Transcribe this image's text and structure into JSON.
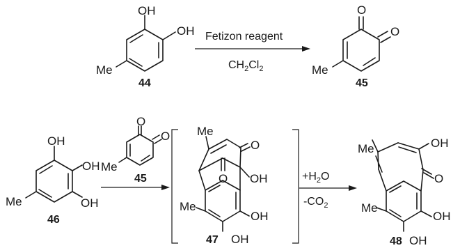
{
  "reaction1": {
    "reactant_number": "44",
    "product_number": "45",
    "reagent": "Fetizon reagent",
    "solvent_main": "CH",
    "solvent_sub1": "2",
    "solvent_cl": "Cl",
    "solvent_sub2": "2",
    "reactant_labels": {
      "oh1": "OH",
      "oh2": "OH",
      "me": "Me"
    },
    "product_labels": {
      "o1": "O",
      "o2": "O",
      "me": "Me"
    }
  },
  "reaction2": {
    "reactant_number": "46",
    "coreactant_number": "45",
    "intermediate_number": "47",
    "product_number": "48",
    "water_main": "+H",
    "water_sub": "2",
    "water_end": "O",
    "co2_main": "-CO",
    "co2_sub": "2",
    "reactant_labels": {
      "oh1": "OH",
      "oh2": "OH",
      "oh3": "OH",
      "me": "Me"
    },
    "coreactant_labels": {
      "o1": "O",
      "o2": "O",
      "me": "Me"
    },
    "intermediate_labels": {
      "o_ketone": "O",
      "o_bridge": "O",
      "oh_bridgehead": "OH",
      "oh_ar1": "OH",
      "oh_ar2": "OH",
      "me_top": "Me",
      "me_ar": "Me"
    },
    "product_labels": {
      "oh_top": "OH",
      "o_ketone": "O",
      "oh_ar1": "OH",
      "oh_ar2": "OH",
      "me_top": "Me",
      "me_ar": "Me"
    }
  }
}
